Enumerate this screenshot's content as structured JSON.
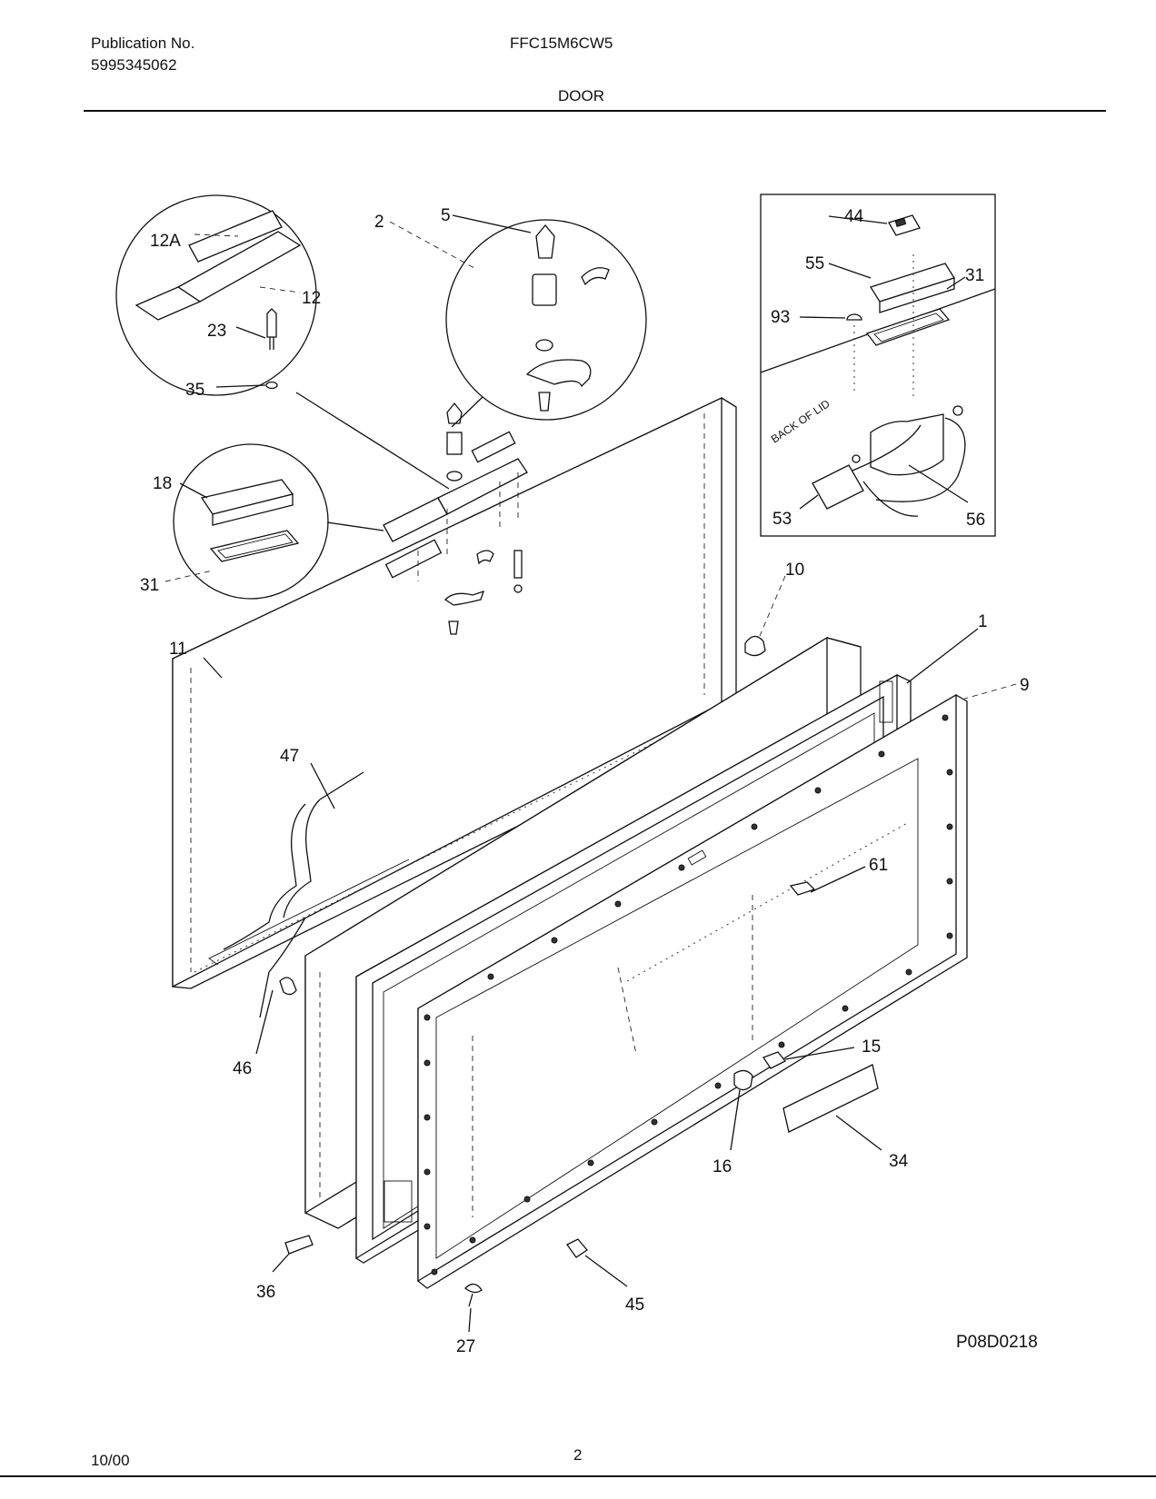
{
  "header": {
    "publication_label": "Publication No.",
    "publication_number": "5995345062",
    "model": "FFC15M6CW5",
    "section_title": "DOOR"
  },
  "diagram": {
    "inset_text": "BACK OF LID",
    "callouts": {
      "c1": "1",
      "c2": "2",
      "c5": "5",
      "c9": "9",
      "c10": "10",
      "c11": "11",
      "c12": "12",
      "c12a": "12A",
      "c15": "15",
      "c16": "16",
      "c18": "18",
      "c23": "23",
      "c27": "27",
      "c31a": "31",
      "c31b": "31",
      "c34": "34",
      "c35": "35",
      "c36": "36",
      "c44": "44",
      "c45": "45",
      "c46": "46",
      "c47": "47",
      "c53": "53",
      "c55": "55",
      "c56": "56",
      "c61": "61",
      "c93": "93"
    },
    "drawing_number": "P08D0218"
  },
  "footer": {
    "date": "10/00",
    "page": "2"
  }
}
